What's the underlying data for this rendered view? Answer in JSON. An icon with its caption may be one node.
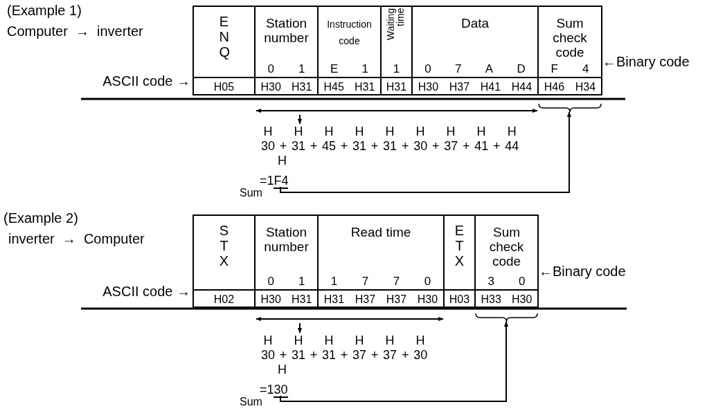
{
  "diagram": {
    "nodes": [
      {
        "text": [
          "ENQ",
          "H05"
        ]
      },
      {
        "text": [
          "Station number",
          "0",
          "1",
          "H30",
          "H31"
        ]
      },
      {
        "text": [
          "Instruction code",
          "E",
          "1",
          "H45",
          "H31"
        ]
      },
      {
        "text": [
          "Waiting time",
          "1",
          "H31"
        ]
      },
      {
        "text": [
          "Data",
          "0",
          "7",
          "A",
          "D",
          "H30",
          "H37",
          "H41",
          "H44"
        ]
      },
      {
        "text": [
          "Sum check code",
          "F",
          "4",
          "H46",
          "H34"
        ]
      },
      {
        "text": [
          "H H H H H H H H H",
          "30 + 31 + 45 + 31 + 31 + 30 + 37 + 41 + 44"
        ]
      },
      {
        "text": [
          "H",
          "=1F4"
        ],
        "beside": [
          "Sum"
        ]
      },
      {
        "text": [
          "STX",
          "H02"
        ]
      },
      {
        "text": [
          "Station number",
          "0",
          "1",
          "H30",
          "H31"
        ]
      },
      {
        "text": [
          "Read time",
          "1",
          "7",
          "7",
          "0",
          "H31",
          "H37",
          "H37",
          "H30"
        ]
      },
      {
        "text": [
          "ETX",
          "H03"
        ]
      },
      {
        "text": [
          "Sum check code",
          "3",
          "0",
          "H33",
          "H30"
        ]
      },
      {
        "text": [
          "H H H H H H",
          "30 + 31 + 31 + 37 + 37 + 30"
        ]
      },
      {
        "text": [
          "H",
          "=130"
        ],
        "beside": [
          "Sum"
        ]
      },
      {
        "text": [],
        "shape": "bar"
      },
      {
        "text": [],
        "shape": "bar"
      }
    ],
    "edges": [
      {
        "from": 15,
        "to": 6,
        "arrow": "to"
      },
      {
        "from": 7,
        "to": 5,
        "arrow": "to"
      },
      {
        "from": 16,
        "to": 13,
        "arrow": "to"
      },
      {
        "from": 14,
        "to": 12,
        "arrow": "to"
      }
    ],
    "labels": [
      "(Example 1)",
      "Computer  →  inverter",
      "←Binary code",
      "ASCII code →",
      "(Example 2)",
      "inverter  →  Computer",
      "←Binary code",
      "ASCII code →"
    ]
  }
}
